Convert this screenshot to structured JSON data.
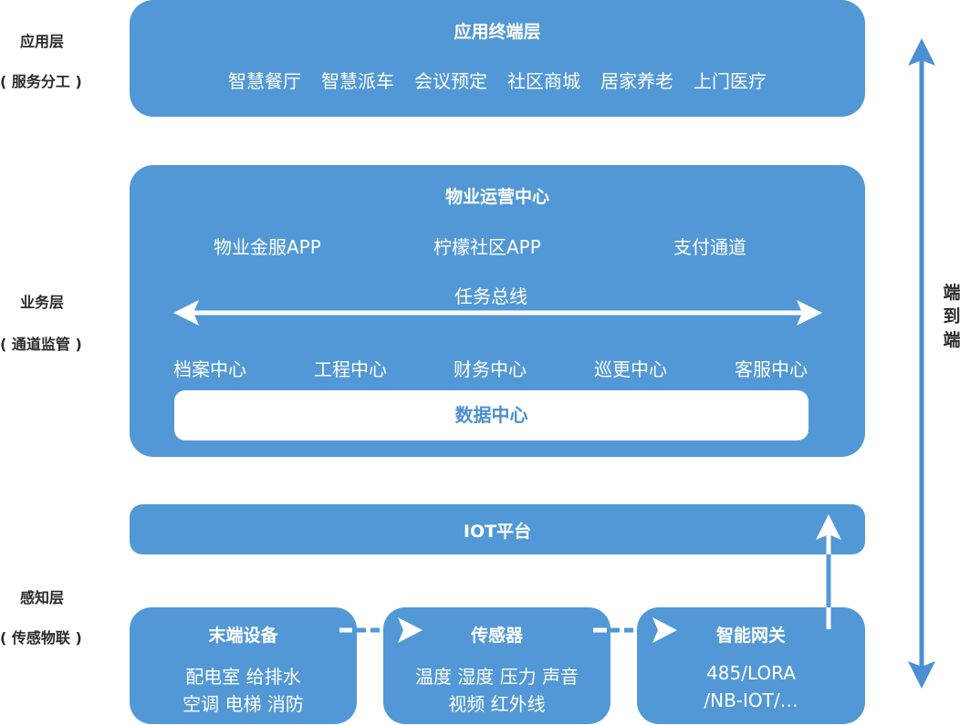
{
  "layers": {
    "app": {
      "name": "应用层",
      "sub": "( 服务分工 )"
    },
    "business": {
      "name": "业务层",
      "sub": "( 通道监管 )"
    },
    "perception": {
      "name": "感知层",
      "sub": "( 传感物联 )"
    }
  },
  "app_box": {
    "title": "应用终端层",
    "items": [
      "智慧餐厅",
      "智慧派车",
      "会议预定",
      "社区商城",
      "居家养老",
      "上门医疗"
    ]
  },
  "ops_box": {
    "title": "物业运营中心",
    "apps": [
      "物业金服APP",
      "柠檬社区APP",
      "支付通道"
    ],
    "bus_label": "任务总线",
    "centers": [
      "档案中心",
      "工程中心",
      "财务中心",
      "巡更中心",
      "客服中心"
    ],
    "data_center": "数据中心"
  },
  "iot_box": {
    "title": "IOT平台"
  },
  "devices": [
    {
      "title": "末端设备",
      "lines": [
        "配电室 给排水",
        "空调 电梯 消防"
      ]
    },
    {
      "title": "传感器",
      "lines": [
        "温度 湿度 压力 声音",
        "视频 红外线"
      ]
    },
    {
      "title": "智能网关",
      "lines": [
        "485/LORA",
        "/NB-IOT/…"
      ]
    }
  ],
  "end_to_end": [
    "端",
    "到",
    "端"
  ],
  "colors": {
    "box": "#5298d6",
    "arrow": "#4a8fd3",
    "text_dark": "#2b2b2b"
  }
}
